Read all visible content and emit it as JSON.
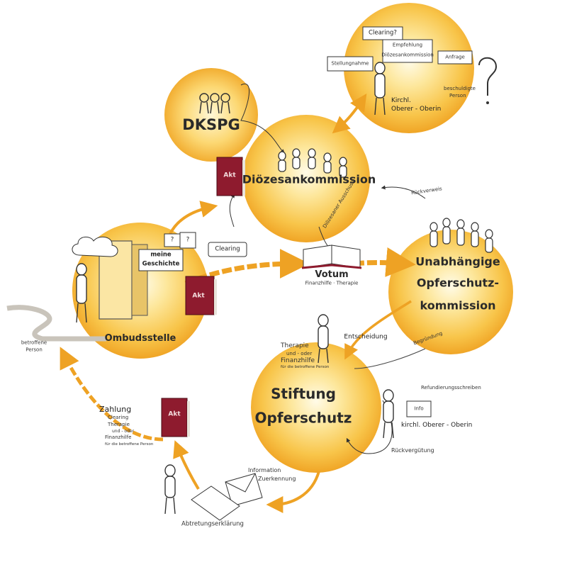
{
  "nodes": {
    "dkspg": "DKSPG",
    "dioezesankommission": "Diözesankommission",
    "ombudsstelle": "Ombudsstelle",
    "opferschutzkommission": [
      "Unabhängige",
      "Opferschutz-",
      "kommission"
    ],
    "stiftung": [
      "Stiftung",
      "Opferschutz"
    ]
  },
  "top_circle": {
    "clearing": "Clearing?",
    "empfehlung": [
      "Empfehlung",
      "Diözesankommission"
    ],
    "stellungnahme": "Stellungnahme",
    "anfrage": "Anfrage",
    "oberer": [
      "Kirchl.",
      "Oberer - Oberin"
    ],
    "beschuldigte": [
      "beschuldigte",
      "Person"
    ]
  },
  "ombuds": {
    "meine_geschichte": [
      "meine",
      "Geschichte"
    ],
    "q1": "?",
    "q2": "?",
    "akt": "Akt",
    "betroffene": [
      "betroffene",
      "Person"
    ]
  },
  "center": {
    "akt_top": "Akt",
    "clearing": "Clearing",
    "votum": "Votum",
    "votum_sub": "Finanzhilfe · Therapie",
    "ausschuss": "Diözesaner Ausschuss",
    "rueckverweis": "Rückverweis"
  },
  "stiftung_side": {
    "entscheidung": "Entscheidung",
    "begruendung": "Begründung",
    "therapie": [
      "Therapie",
      "und - oder",
      "Finanzhilfe",
      "für die betroffene Person"
    ],
    "refundierung": "Refundierungsschreiben",
    "info": "Info",
    "oberer": "kirchl. Oberer - Oberin",
    "rueckverguetung": "Rückvergütung"
  },
  "bottom": {
    "zahlung": [
      "Zahlung",
      "Clearing",
      "Therapie",
      "und - oder",
      "Finanzhilfe",
      "für die betroffene Person"
    ],
    "akt": "Akt",
    "information": [
      "Information",
      "Zuerkennung"
    ],
    "abtretung": "Abtretungserklärung"
  },
  "colors": {
    "circle_core": "#fff6cc",
    "circle_mid": "#fcd56a",
    "circle_edge": "#f3b233",
    "arrow": "#eea224",
    "folder": "#8e1b2e",
    "ink": "#222222"
  }
}
